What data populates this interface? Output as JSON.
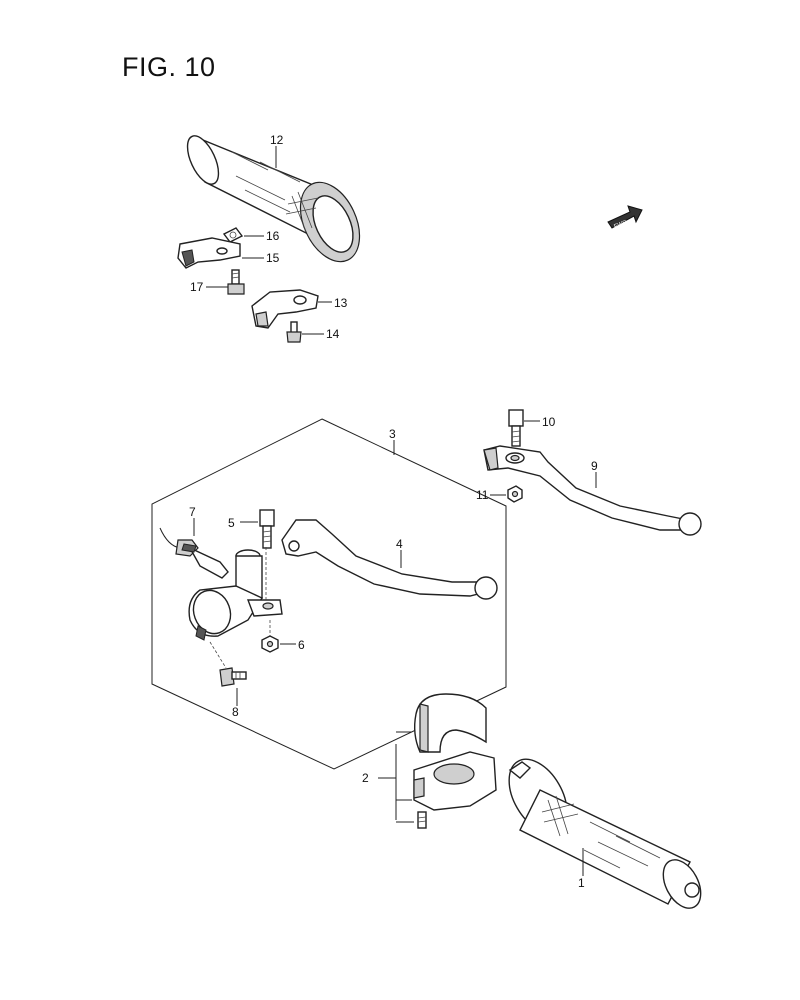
{
  "figure": {
    "title": "FIG. 10"
  },
  "fwd_arrow": {
    "label": "FWD"
  },
  "callouts": {
    "c1": "1",
    "c2": "2",
    "c3": "3",
    "c4": "4",
    "c5": "5",
    "c6": "6",
    "c7": "7",
    "c8": "8",
    "c9": "9",
    "c10": "10",
    "c11": "11",
    "c12": "12",
    "c13": "13",
    "c14": "14",
    "c15": "15",
    "c16": "16",
    "c17": "17"
  }
}
